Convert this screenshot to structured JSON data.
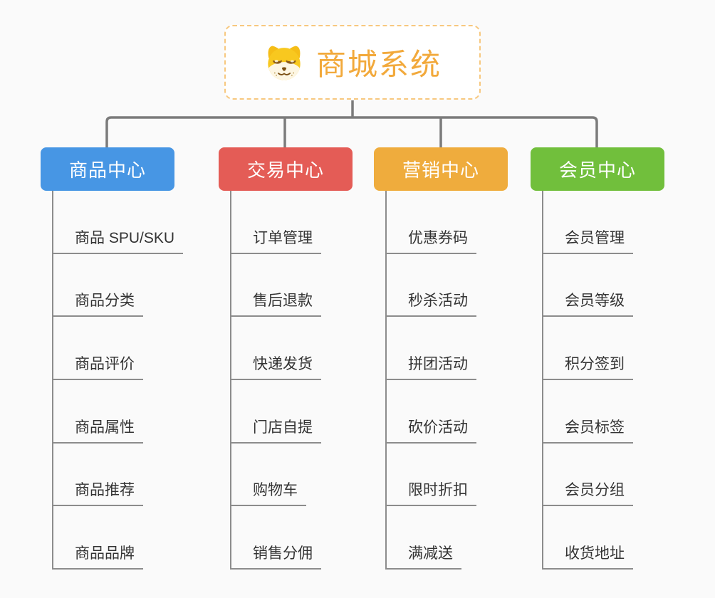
{
  "root": {
    "title": "商城系统",
    "icon": "doge-icon"
  },
  "branches": [
    {
      "id": "product-center",
      "label": "商品中心",
      "color": "#4796e4",
      "items": [
        "商品 SPU/SKU",
        "商品分类",
        "商品评价",
        "商品属性",
        "商品推荐",
        "商品品牌"
      ]
    },
    {
      "id": "trade-center",
      "label": "交易中心",
      "color": "#e45c56",
      "items": [
        "订单管理",
        "售后退款",
        "快递发货",
        "门店自提",
        "购物车",
        "销售分佣"
      ]
    },
    {
      "id": "marketing-center",
      "label": "营销中心",
      "color": "#efac3d",
      "items": [
        "优惠券码",
        "秒杀活动",
        "拼团活动",
        "砍价活动",
        "限时折扣",
        "满减送"
      ]
    },
    {
      "id": "member-center",
      "label": "会员中心",
      "color": "#71bf3c",
      "items": [
        "会员管理",
        "会员等级",
        "积分签到",
        "会员标签",
        "会员分组",
        "收货地址"
      ]
    }
  ],
  "colors": {
    "background": "#fafafa",
    "connector": "#7b7b7b",
    "sub_connector": "#8c8c8c",
    "item_text": "#333333",
    "root_border": "#f7c87f",
    "root_title": "#f2a93b",
    "doge_fur": "#f8c81f",
    "doge_muzzle": "#fdf6e3",
    "doge_features": "#7a4e12"
  }
}
